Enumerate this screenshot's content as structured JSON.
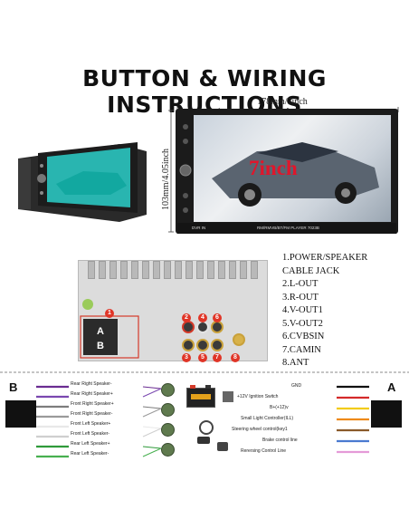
{
  "title": "BUTTON & WIRING INSTRUCTIONS",
  "dimensions": {
    "width": "178mm/7inch",
    "height": "103mm/4.05inch"
  },
  "screen_text": "7inch",
  "device_strip": {
    "left": "DVR IN",
    "center": "RM/RMVB/BT/FM PLAYER 7023B"
  },
  "connectors_list": [
    "1.POWER/SPEAKER",
    "CABLE JACK",
    "2.L-OUT",
    "3.R-OUT",
    "4.V-OUT1",
    "5.V-OUT2",
    "6.CVBSIN",
    "7.CAMIN",
    "8.ANT"
  ],
  "harness": {
    "a_label": "A",
    "b_label": "B",
    "numbers": [
      "1",
      "2",
      "3",
      "4",
      "5",
      "6",
      "7",
      "8"
    ]
  },
  "wiring": {
    "left_side_label": "B",
    "right_side_label": "A",
    "speaker_wires": [
      {
        "label": "Rear Right Speaker-",
        "color": "#6a2c91"
      },
      {
        "label": "Rear Right Speaker+",
        "color": "#7a48b0"
      },
      {
        "label": "Front Right Speaker+",
        "color": "#7d7d7d"
      },
      {
        "label": "Front Right Speaker-",
        "color": "#9a9a9a"
      },
      {
        "label": "Front Left Speaker+",
        "color": "#e8e8e8"
      },
      {
        "label": "Front Left Speaker-",
        "color": "#cfcfcf"
      },
      {
        "label": "Rear Left Speaker+",
        "color": "#2f9a3a"
      },
      {
        "label": "Rear Left Speaker-",
        "color": "#48b050"
      }
    ],
    "power_wires": [
      {
        "label": "GND",
        "color": "#111111"
      },
      {
        "label": "+12V Ignition Switch",
        "color": "#d42a2a"
      },
      {
        "label": "B+(+12)v",
        "color": "#f2cc1a"
      },
      {
        "label": "Small Light Controller(ILL)",
        "color": "#ee8a1a"
      },
      {
        "label": "Steering wheel control(key1",
        "color": "#8a5a2a"
      },
      {
        "label": "Brake control line",
        "color": "#4a7ad0"
      },
      {
        "label": "Rerersing Control Line",
        "color": "#e49ad8"
      }
    ]
  }
}
